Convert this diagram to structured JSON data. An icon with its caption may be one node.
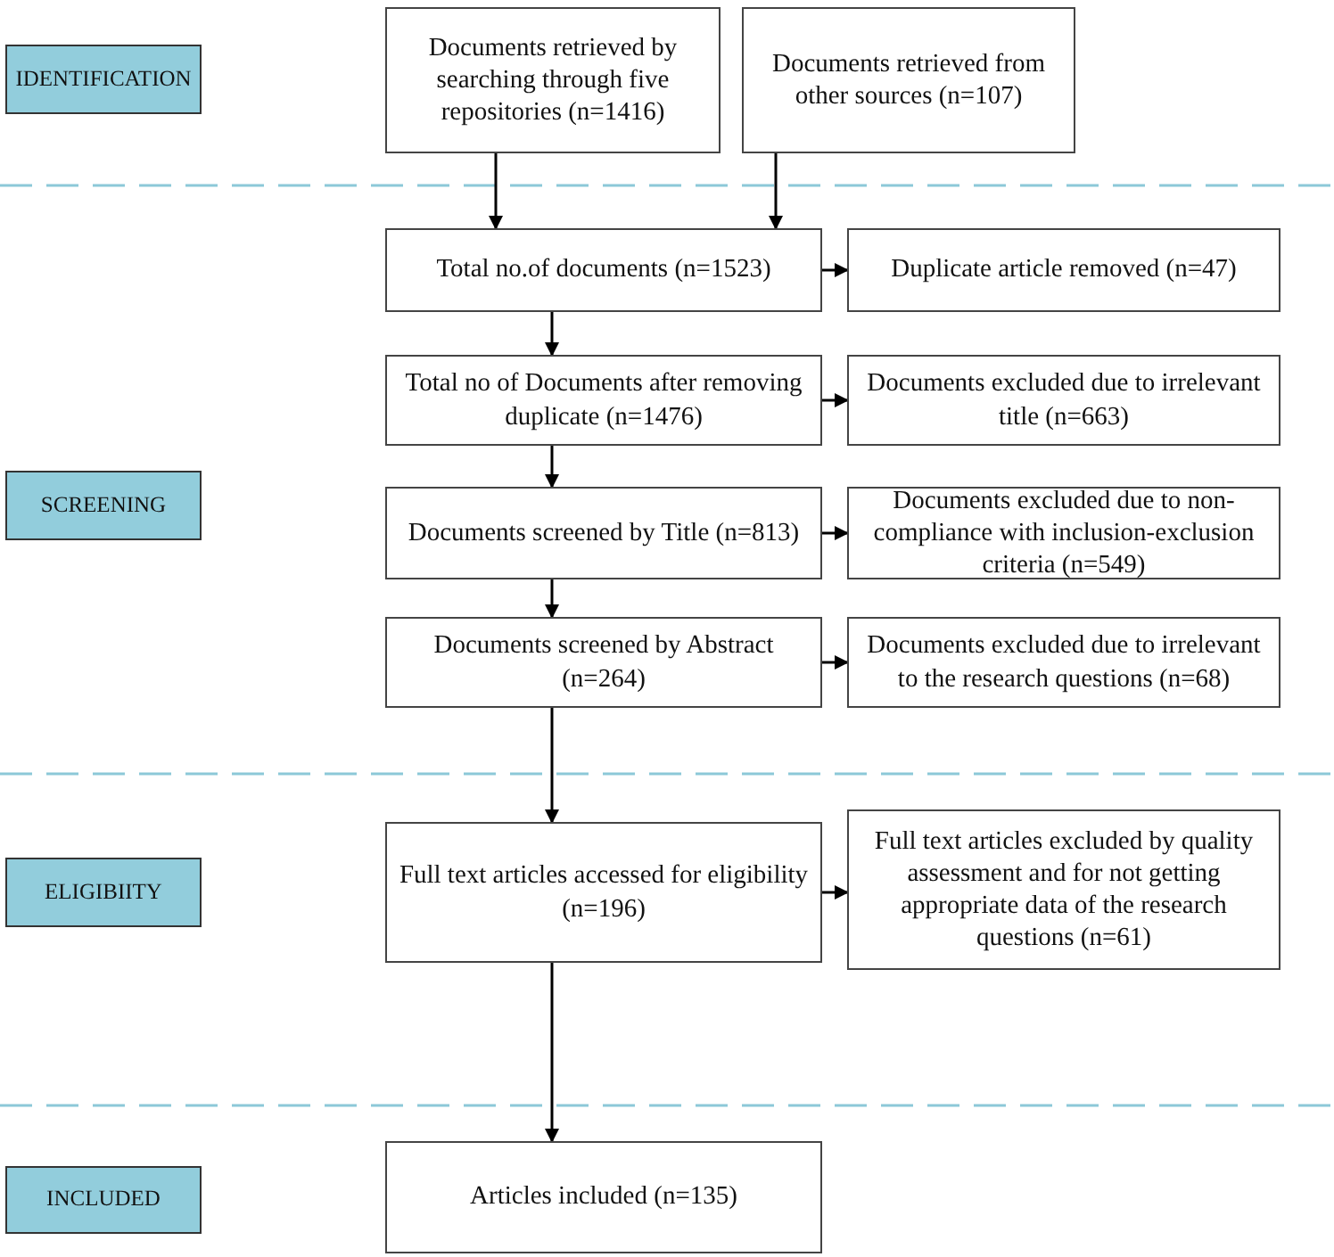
{
  "diagram": {
    "nodes": [
      {
        "text": [
          "IDENTIFICATION"
        ]
      },
      {
        "text": [
          "Documents retrieved by searching through five repositories (n=1416)"
        ]
      },
      {
        "text": [
          "Documents retrieved from other sources (n=107)"
        ]
      },
      {
        "text": [
          "Total no.of documents (n=1523)"
        ]
      },
      {
        "text": [
          "Duplicate article removed (n=47)"
        ]
      },
      {
        "text": [
          "Total no of Documents after removing duplicate (n=1476)"
        ]
      },
      {
        "text": [
          "Documents excluded due to irrelevant title (n=663)"
        ]
      },
      {
        "text": [
          "SCREENING"
        ]
      },
      {
        "text": [
          "Documents screened by Title (n=813)"
        ]
      },
      {
        "text": [
          "Documents excluded due to non-compliance with inclusion-exclusion criteria (n=549)"
        ]
      },
      {
        "text": [
          "Documents screened by Abstract (n=264)"
        ]
      },
      {
        "text": [
          "Documents excluded due to irrelevant to the research questions (n=68)"
        ]
      },
      {
        "text": [
          "ELIGIBIITY"
        ]
      },
      {
        "text": [
          "Full text articles accessed for eligibility (n=196)"
        ]
      },
      {
        "text": [
          "Full text articles excluded by quality assessment and for not getting appropriate data of the research questions (n=61)"
        ]
      },
      {
        "text": [
          "INCLUDED"
        ]
      },
      {
        "text": [
          "Articles included (n=135)"
        ]
      }
    ],
    "edges": [
      {
        "from": 1,
        "to": 3,
        "arrow": "to"
      },
      {
        "from": 2,
        "to": 3,
        "arrow": "to"
      },
      {
        "from": 3,
        "to": 4,
        "arrow": "to"
      },
      {
        "from": 3,
        "to": 5,
        "arrow": "to"
      },
      {
        "from": 5,
        "to": 6,
        "arrow": "to"
      },
      {
        "from": 5,
        "to": 8,
        "arrow": "to"
      },
      {
        "from": 8,
        "to": 9,
        "arrow": "to"
      },
      {
        "from": 8,
        "to": 10,
        "arrow": "to"
      },
      {
        "from": 10,
        "to": 11,
        "arrow": "to"
      },
      {
        "from": 10,
        "to": 13,
        "arrow": "to"
      },
      {
        "from": 13,
        "to": 14,
        "arrow": "to"
      },
      {
        "from": 13,
        "to": 16,
        "arrow": "to"
      }
    ]
  }
}
